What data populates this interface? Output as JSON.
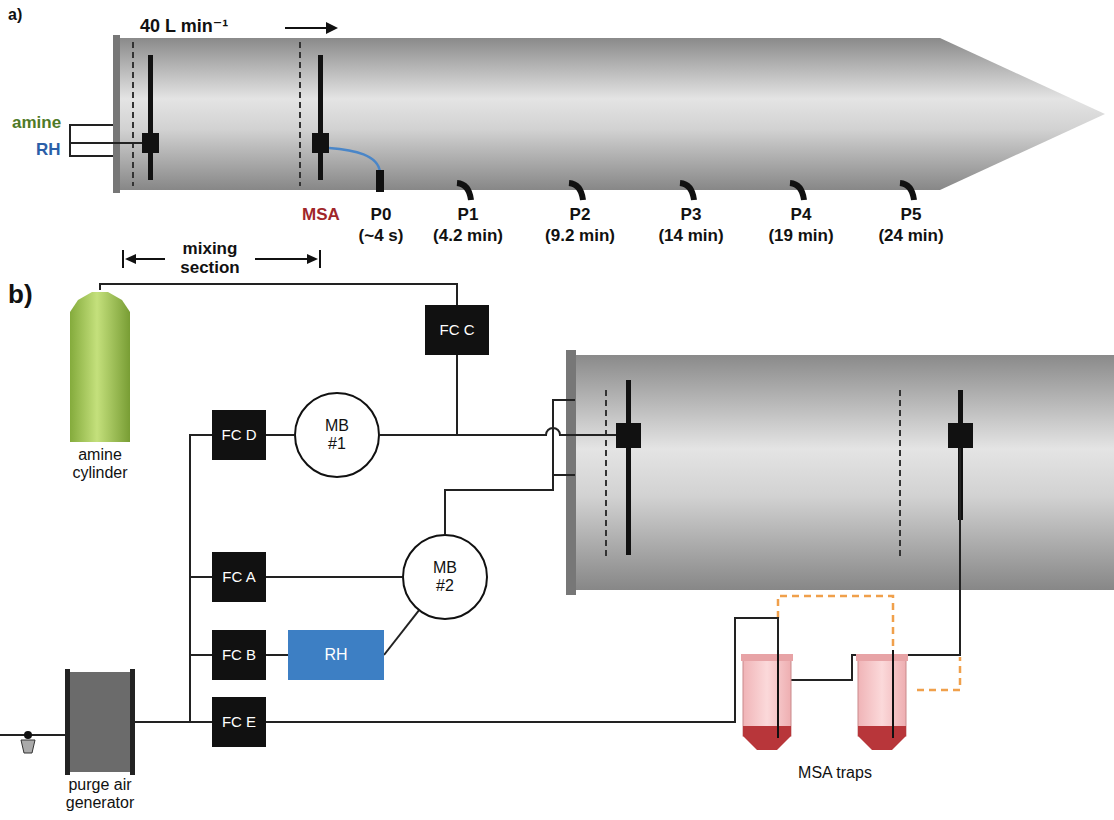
{
  "diagram": {
    "nodes": [
      {
        "text": [
          "amine cylinder"
        ]
      },
      {
        "text": [
          "FC C"
        ]
      },
      {
        "text": [
          "FC D"
        ]
      },
      {
        "text": [
          "MB #1"
        ]
      },
      {
        "text": [
          "FC A"
        ]
      },
      {
        "text": [
          "MB #2"
        ]
      },
      {
        "text": [
          "FC B"
        ]
      },
      {
        "text": [
          "RH"
        ]
      },
      {
        "text": [
          "purge air generator"
        ]
      },
      {
        "text": [
          "FC E"
        ]
      },
      {
        "text": [
          "MSA traps"
        ]
      }
    ],
    "edges": [
      {
        "from": 0,
        "to": 1,
        "arrow": "none"
      },
      {
        "from": 1,
        "to": 3,
        "arrow": "none"
      },
      {
        "from": 2,
        "to": 3,
        "arrow": "none"
      },
      {
        "from": 4,
        "to": 5,
        "arrow": "none"
      },
      {
        "from": 6,
        "to": 7,
        "arrow": "none"
      },
      {
        "from": 7,
        "to": 5,
        "arrow": "none"
      },
      {
        "from": 8,
        "to": 2,
        "arrow": "none"
      },
      {
        "from": 8,
        "to": 4,
        "arrow": "none"
      },
      {
        "from": 8,
        "to": 6,
        "arrow": "none"
      },
      {
        "from": 8,
        "to": 9,
        "arrow": "none"
      },
      {
        "from": 9,
        "to": 10,
        "arrow": "none"
      }
    ],
    "labels": [
      "a)",
      "40 L min⁻¹",
      "amine",
      "RH",
      "MSA",
      "mixing section",
      "P0",
      "(~4 s)",
      "P1",
      "(4.2 min)",
      "P2",
      "(9.2 min)",
      "P3",
      "(14 min)",
      "P4",
      "(19 min)",
      "P5",
      "(24 min)",
      "b)"
    ]
  }
}
